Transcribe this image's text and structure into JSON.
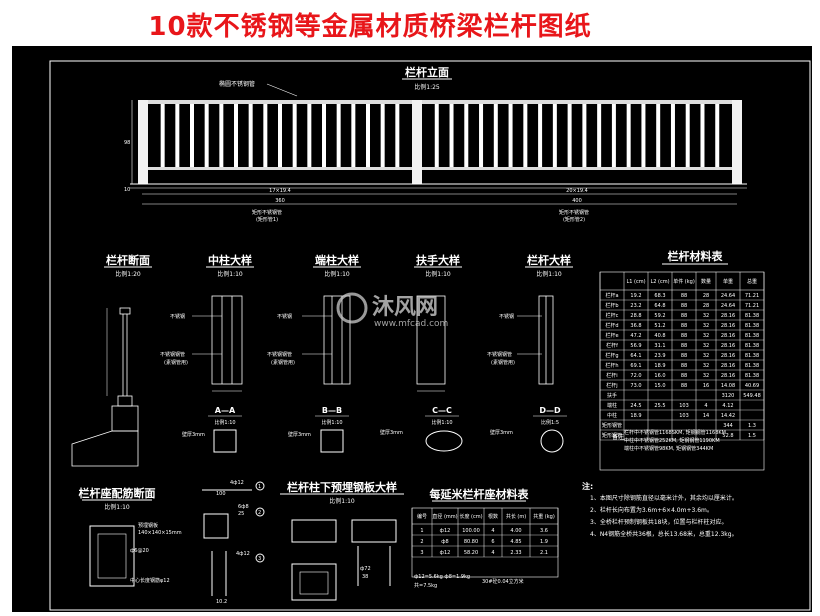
{
  "page": {
    "title": "10款不锈钢等金属材质桥梁栏杆图纸"
  },
  "elevation": {
    "title": "栏杆立面",
    "scale": "比例1:25",
    "label_top": "椭圆不锈钢管",
    "label_bottom_left": "矩形不锈钢管",
    "label_bottom_left_sub": "(矩形管1)",
    "label_bottom_right": "矩形不锈钢管",
    "label_bottom_right_sub": "(矩形管2)",
    "dim_left_span": "17×19.4",
    "dim_left_total": "360",
    "dim_right_span": "20×19.4",
    "dim_right_total": "400",
    "dim_height": "98",
    "dim_base": "10"
  },
  "details": [
    {
      "title": "栏杆断面",
      "scale": "比例1:20"
    },
    {
      "title": "中柱大样",
      "scale": "比例1:10"
    },
    {
      "title": "端柱大样",
      "scale": "比例1:10"
    },
    {
      "title": "扶手大样",
      "scale": "比例1:10"
    },
    {
      "title": "栏杆大样",
      "scale": "比例1:10"
    }
  ],
  "detail_labels": {
    "pipe": "不锈钢",
    "pipe_fill": "不锈钢钢管",
    "pipe_fill_sub": "(素钢管用)"
  },
  "sections": [
    {
      "title": "A—A",
      "scale": "比例1:10",
      "note": "壁厚3mm"
    },
    {
      "title": "B—B",
      "scale": "比例1:10",
      "note": "壁厚3mm"
    },
    {
      "title": "C—C",
      "scale": "比例1:10",
      "note": "壁厚3mm"
    },
    {
      "title": "D—D",
      "scale": "比例1:5",
      "note": "壁厚3mm"
    }
  ],
  "material_table": {
    "title": "栏杆材料表",
    "headers": [
      "",
      "L1 (cm)",
      "L2 (cm)",
      "单件 (kg)",
      "数量",
      "单重",
      "总重"
    ],
    "rows": [
      [
        "栏杆a",
        "19.2",
        "68.3",
        "88",
        "28",
        "24.64",
        "71.21"
      ],
      [
        "栏杆b",
        "23.2",
        "64.8",
        "88",
        "28",
        "24.64",
        "71.21"
      ],
      [
        "栏杆c",
        "28.8",
        "59.2",
        "88",
        "32",
        "28.16",
        "81.38"
      ],
      [
        "栏杆d",
        "36.8",
        "51.2",
        "88",
        "32",
        "28.16",
        "81.38"
      ],
      [
        "栏杆e",
        "47.2",
        "40.8",
        "88",
        "32",
        "28.16",
        "81.38"
      ],
      [
        "栏杆f",
        "56.9",
        "31.1",
        "88",
        "32",
        "28.16",
        "81.38"
      ],
      [
        "栏杆g",
        "64.1",
        "23.9",
        "88",
        "32",
        "28.16",
        "81.38"
      ],
      [
        "栏杆h",
        "69.1",
        "18.9",
        "88",
        "32",
        "28.16",
        "81.38"
      ],
      [
        "栏杆i",
        "72.0",
        "16.0",
        "88",
        "32",
        "28.16",
        "81.38"
      ],
      [
        "栏杆j",
        "73.0",
        "15.0",
        "88",
        "16",
        "14.08",
        "40.69"
      ],
      [
        "扶手",
        "",
        "",
        "",
        "",
        "3120",
        "549.48"
      ],
      [
        "端柱",
        "24.5",
        "25.5",
        "103",
        "4",
        "4.12",
        ""
      ],
      [
        "中柱",
        "18.9",
        "",
        "103",
        "14",
        "14.42",
        ""
      ],
      [
        "矩形钢管",
        "",
        "",
        "",
        "",
        "344",
        "1.3"
      ],
      [
        "矩形钢管",
        "",
        "",
        "",
        "",
        "52.8",
        "1.5"
      ]
    ],
    "note_label": "备注",
    "note_lines": [
      "栏杆中不锈钢管1168SKM, 矩钢钢管1168KM",
      "中柱中不锈钢管252KM, 矩钢钢管1190KM",
      "端柱中不锈钢管98KM, 矩钢钢管344KM"
    ]
  },
  "seat_section": {
    "title": "栏杆座配筋断面",
    "scale": "比例1:10",
    "label1": "预埋钢板",
    "label2": "140×140×15mm",
    "label3": "中心长度钢筋φ12",
    "label4": "ф6@20"
  },
  "embed_plate": {
    "title": "栏杆柱下预埋钢板大样",
    "scale": "比例1:10",
    "marks": [
      "1",
      "2",
      "3"
    ],
    "bar_texts": [
      "4ф12",
      "100",
      "6ф8",
      "25",
      "4ф12",
      "10.2"
    ],
    "bar_sub": "ф72",
    "bar_sub2": "38"
  },
  "per_meter_table": {
    "title": "每延米栏杆座材料表",
    "headers": [
      "编号",
      "直径 (mm)",
      "长度 (cm)",
      "根数",
      "共长 (m)",
      "共重 (kg)"
    ],
    "rows": [
      [
        "1",
        "ф12",
        "100.00",
        "4",
        "4.00",
        "3.6"
      ],
      [
        "2",
        "ф8",
        "80.80",
        "6",
        "4.85",
        "1.9"
      ],
      [
        "3",
        "ф12",
        "58.20",
        "4",
        "2.33",
        "2.1"
      ]
    ],
    "footer_left": "ф12=5.6kg ф8=1.9kg",
    "footer_left2": "共=7.5kg",
    "footer_right": "30#砼0.04立方米"
  },
  "notes": {
    "title": "注:",
    "items": [
      "1、本图尺寸除钢筋直径以毫米计外，其余均以厘米计。",
      "2、栏杆长向布置为3.6m+6×4.0m+3.6m。",
      "3、全桥栏杆预制钢板共18块，位置与栏杆柱对应。",
      "4、N4钢筋全桥共36根，总长13.68米，总重12.3kg。"
    ]
  },
  "watermark": {
    "brand": "沐风网",
    "url": "www.mfcad.com"
  }
}
